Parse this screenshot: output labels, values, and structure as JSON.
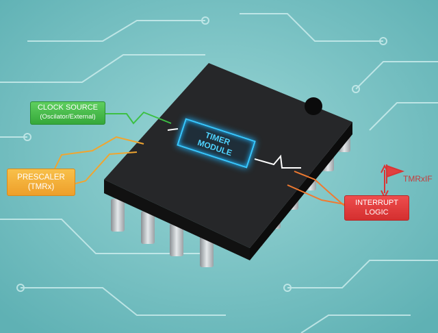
{
  "diagram": {
    "clock_source": {
      "title": "CLOCK SOURCE",
      "subtitle": "(Oscilator/External)",
      "color": "#3cb043"
    },
    "prescaler": {
      "title": "PRESCALER",
      "subtitle": "(TMRx)",
      "color": "#f0a530"
    },
    "timer_module": {
      "line1": "TIMER",
      "line2": "MODULE",
      "color": "#38c8ff"
    },
    "interrupt_logic": {
      "line1": "INTERRUPT",
      "line2": "LOGIC",
      "color": "#d93535"
    },
    "flag": {
      "label": "TMRxIF"
    }
  },
  "colors": {
    "background": "#7fc4c6",
    "chip": "#1e1f21",
    "traces": "#c8eeee"
  }
}
